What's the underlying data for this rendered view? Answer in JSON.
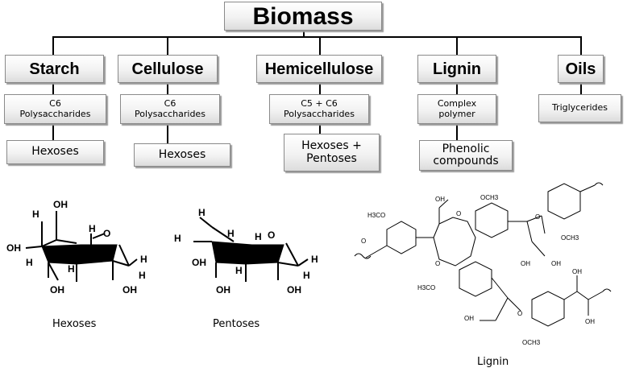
{
  "root": {
    "label": "Biomass"
  },
  "categories": [
    {
      "label": "Starch",
      "type": "C6\nPolysaccharides",
      "product": "Hexoses"
    },
    {
      "label": "Cellulose",
      "type": "C6\nPolysaccharides",
      "product": "Hexoses"
    },
    {
      "label": "Hemicellulose",
      "type": "C5 + C6\nPolysaccharides",
      "product": "Hexoses +\nPentoses"
    },
    {
      "label": "Lignin",
      "type": "Complex polymer",
      "product": "Phenolic\ncompounds"
    },
    {
      "label": "Oils",
      "type": "Triglycerides",
      "product": ""
    }
  ],
  "structures": {
    "hexoses_caption": "Hexoses",
    "pentoses_caption": "Pentoses",
    "lignin_caption": "Lignin",
    "atom_labels": {
      "oh": "OH",
      "h": "H",
      "o": "O"
    },
    "lignin_labels": {
      "h3co": "H3CO",
      "och3": "OCH3",
      "oh": "OH",
      "o": "O"
    }
  }
}
